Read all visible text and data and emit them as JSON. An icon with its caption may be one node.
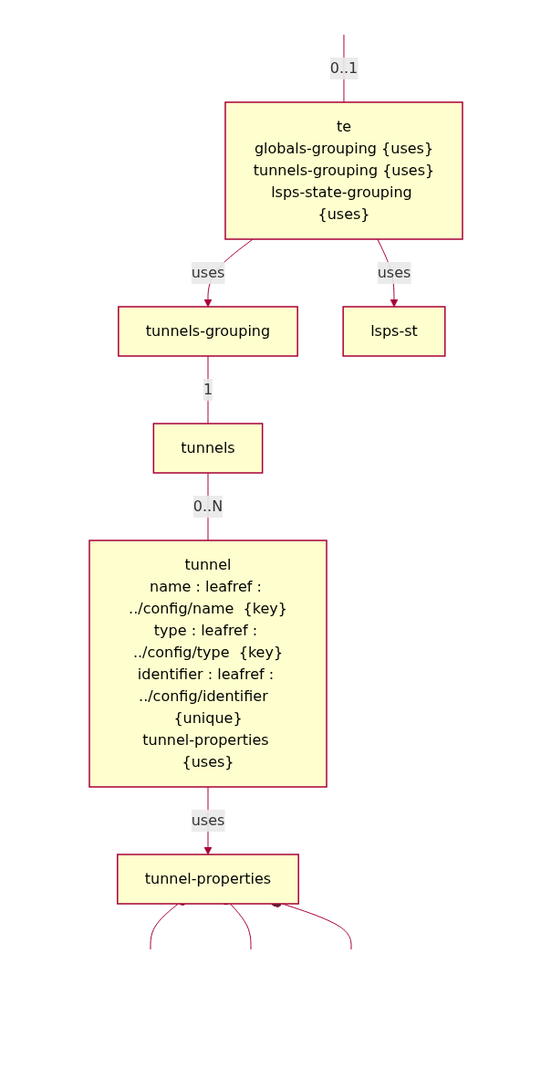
{
  "diagram": {
    "nodes": [
      {
        "text": [
          "te",
          "globals-grouping {uses}",
          "tunnels-grouping {uses}",
          "lsps-state-grouping {uses}"
        ]
      },
      {
        "text": [
          "tunnels-grouping"
        ]
      },
      {
        "text": [
          "lsps-st"
        ]
      },
      {
        "text": [
          "tunnels"
        ]
      },
      {
        "text": [
          "tunnel",
          "name : leafref : ../config/name  {key}",
          "type : leafref : ../config/type  {key}",
          "identifier : leafref : ../config/identifier  {unique}",
          "tunnel-properties {uses}"
        ]
      },
      {
        "text": [
          "tunnel-properties"
        ]
      }
    ],
    "edges": [
      {
        "from": null,
        "to": 0,
        "arrow": "none",
        "label": "0..1"
      },
      {
        "from": 0,
        "to": 1,
        "arrow": "to",
        "label": "uses"
      },
      {
        "from": 0,
        "to": 2,
        "arrow": "to",
        "label": "uses"
      },
      {
        "from": 1,
        "to": 3,
        "arrow": "other",
        "label": "1"
      },
      {
        "from": 3,
        "to": 4,
        "arrow": "other",
        "label": "0..N"
      },
      {
        "from": 4,
        "to": 5,
        "arrow": "to",
        "label": "uses"
      },
      {
        "from": 5,
        "to": null,
        "arrow": "other"
      },
      {
        "from": 5,
        "to": null,
        "arrow": "other"
      },
      {
        "from": 5,
        "to": null,
        "arrow": "other"
      }
    ]
  }
}
